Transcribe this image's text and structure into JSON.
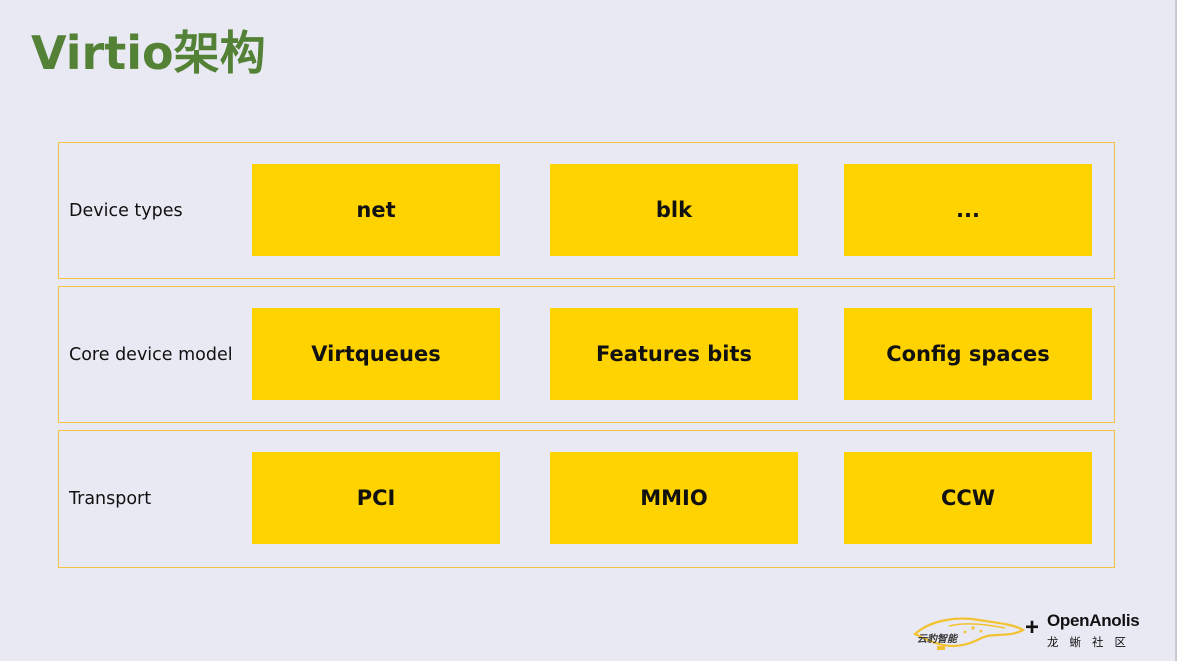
{
  "title": "Virtio架构",
  "layers": [
    {
      "label": "Device types",
      "blocks": [
        "net",
        "blk",
        "..."
      ]
    },
    {
      "label": "Core device model",
      "blocks": [
        "Virtqueues",
        "Features bits",
        "Config spaces"
      ]
    },
    {
      "label": "Transport",
      "blocks": [
        "PCI",
        "MMIO",
        "CCW"
      ]
    }
  ],
  "footer": {
    "logo_left_text": "云豹智能",
    "plus": "+",
    "logo_right_name": "OpenAnolis",
    "logo_right_sub": "龙蜥社区"
  },
  "colors": {
    "title": "#538135",
    "block_fill": "#ffd300",
    "layer_border": "#f4c242",
    "background": "#e8e9f3",
    "logo_green": "#2e9e3a",
    "logo_yellow": "#f2c230"
  }
}
